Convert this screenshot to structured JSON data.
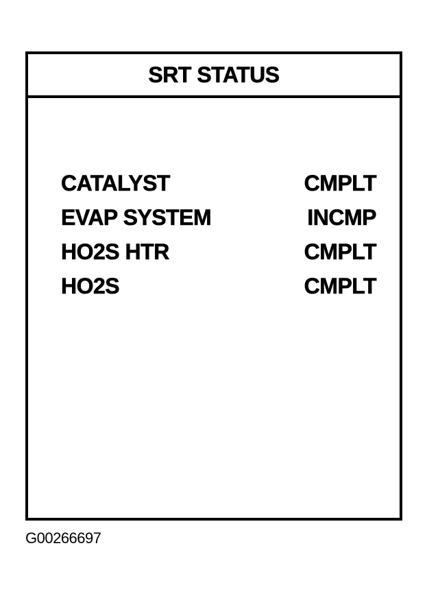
{
  "screen": {
    "title": "SRT STATUS",
    "items": [
      {
        "label": "CATALYST",
        "value": "CMPLT"
      },
      {
        "label": "EVAP SYSTEM",
        "value": "INCMP"
      },
      {
        "label": "HO2S HTR",
        "value": "CMPLT"
      },
      {
        "label": "HO2S",
        "value": "CMPLT"
      }
    ]
  },
  "figure_id": "G00266697"
}
